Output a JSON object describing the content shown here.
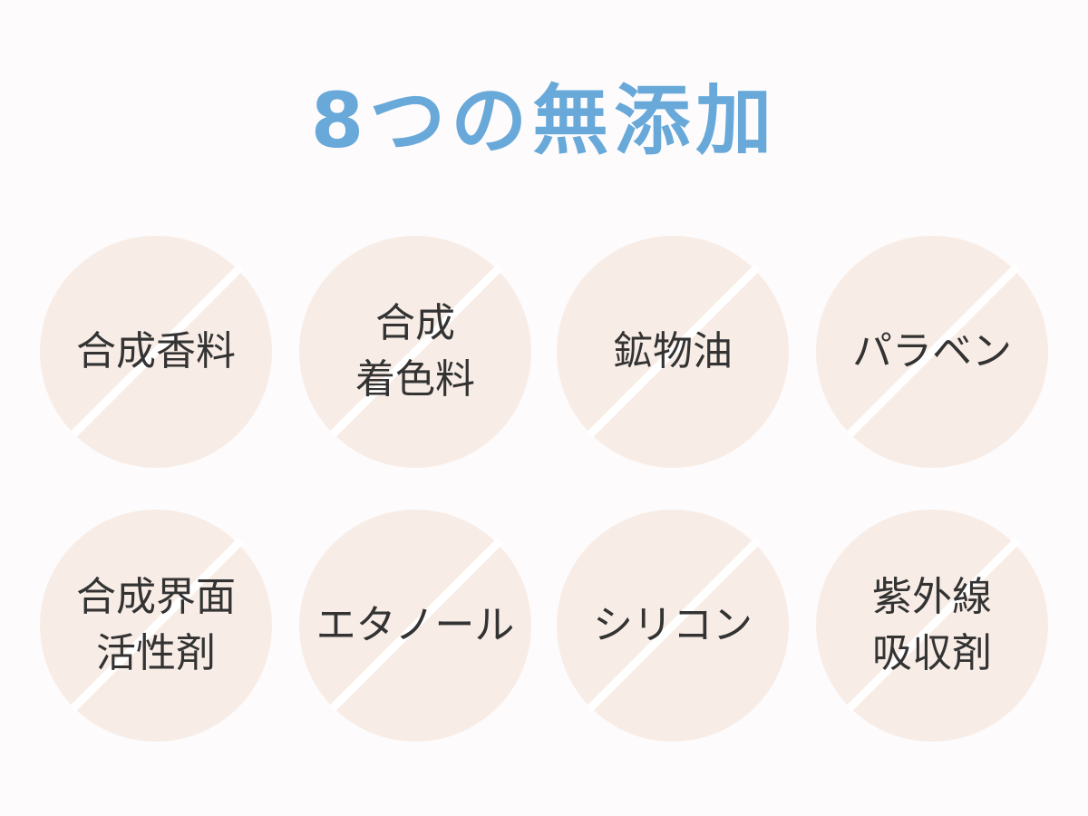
{
  "title": "8つの無添加",
  "colors": {
    "title": "#68a9d9",
    "circle": "#f8ede6",
    "slash": "#ffffff",
    "text": "#333333"
  },
  "items": [
    {
      "lines": [
        "合成香料"
      ]
    },
    {
      "lines": [
        "合成",
        "着色料"
      ]
    },
    {
      "lines": [
        "鉱物油"
      ]
    },
    {
      "lines": [
        "パラベン"
      ]
    },
    {
      "lines": [
        "合成界面",
        "活性剤"
      ]
    },
    {
      "lines": [
        "エタノール"
      ]
    },
    {
      "lines": [
        "シリコン"
      ]
    },
    {
      "lines": [
        "紫外線",
        "吸収剤"
      ]
    }
  ]
}
